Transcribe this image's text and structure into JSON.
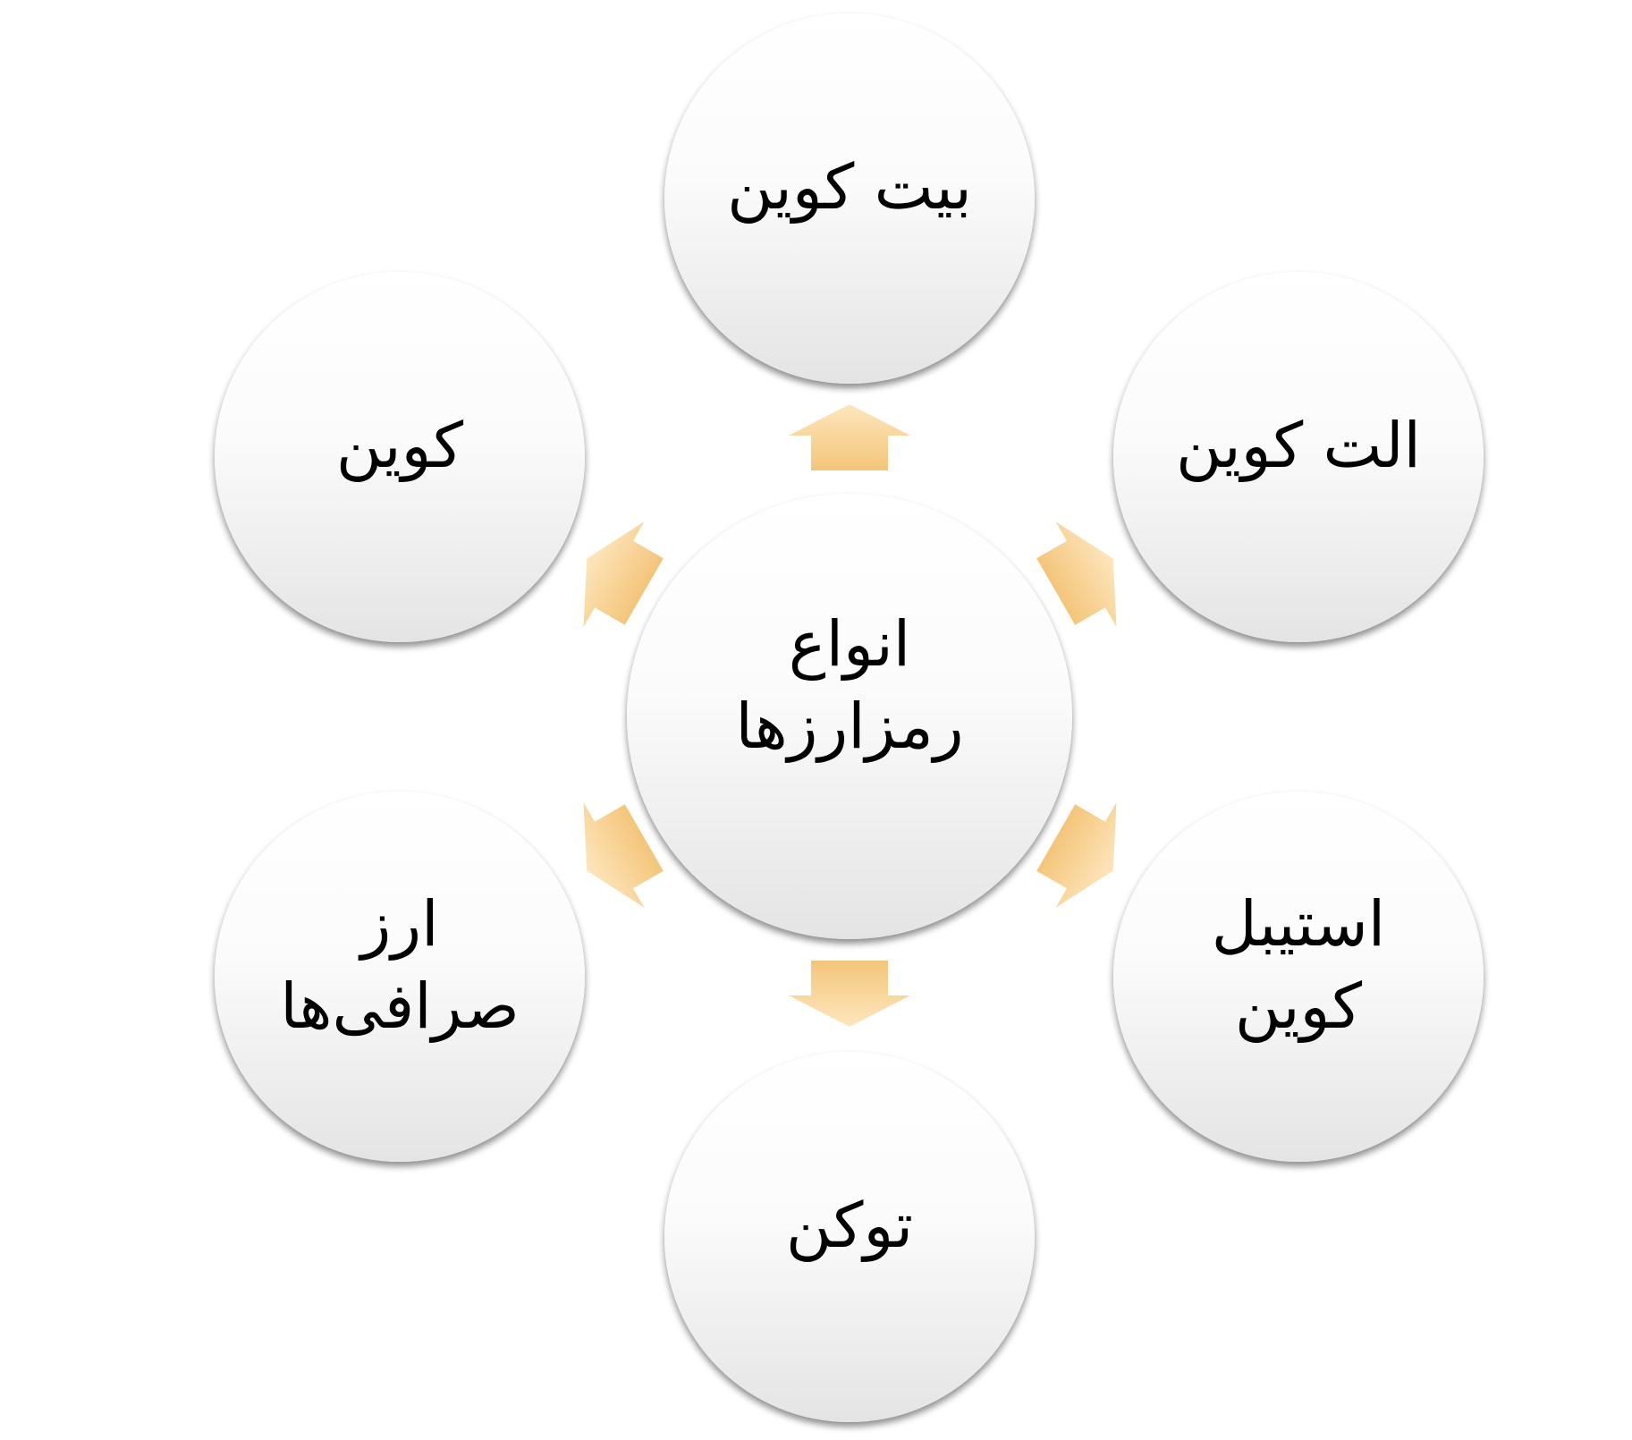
{
  "diagram": {
    "center": {
      "lines": [
        "انواع",
        "رمزارزها"
      ]
    },
    "nodes": [
      {
        "id": "top",
        "lines": [
          "بیت کوین"
        ]
      },
      {
        "id": "top-right",
        "lines": [
          "الت کوین"
        ]
      },
      {
        "id": "bottom-right",
        "lines": [
          "استیبل",
          "کوین"
        ]
      },
      {
        "id": "bottom",
        "lines": [
          "توکن"
        ]
      },
      {
        "id": "bottom-left",
        "lines": [
          "ارز",
          "صرافی‌ها"
        ]
      },
      {
        "id": "top-left",
        "lines": [
          "کوین"
        ]
      }
    ]
  },
  "colors": {
    "circle_top": "#ffffff",
    "circle_bottom": "#e6e6e6",
    "arrow_light": "#fde3b4",
    "arrow_dark": "#f5c77a"
  }
}
